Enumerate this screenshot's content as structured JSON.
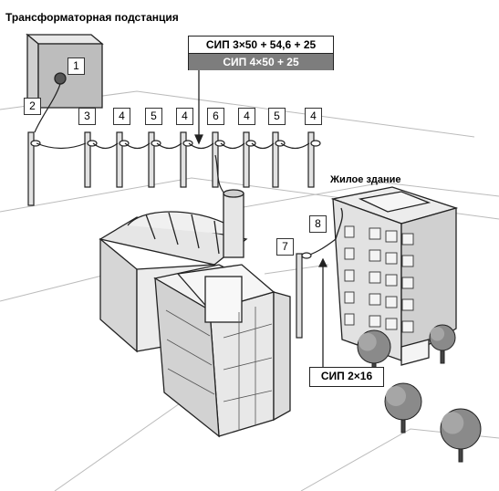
{
  "labels": {
    "substation": "Трансформаторная подстанция",
    "residential": "Жилое здание"
  },
  "cables": {
    "main": "СИП 3×50 + 54,6 + 25",
    "alt": "СИП 4×50 + 25",
    "drop": "СИП 2×16"
  },
  "markers": [
    "1",
    "2",
    "3",
    "4",
    "5",
    "4",
    "6",
    "4",
    "5",
    "4",
    "7",
    "8"
  ],
  "colors": {
    "line": "#222222",
    "wall": "#f2f2f2",
    "shade": "#cfcfcf",
    "alt_band": "#7d7d7d"
  }
}
